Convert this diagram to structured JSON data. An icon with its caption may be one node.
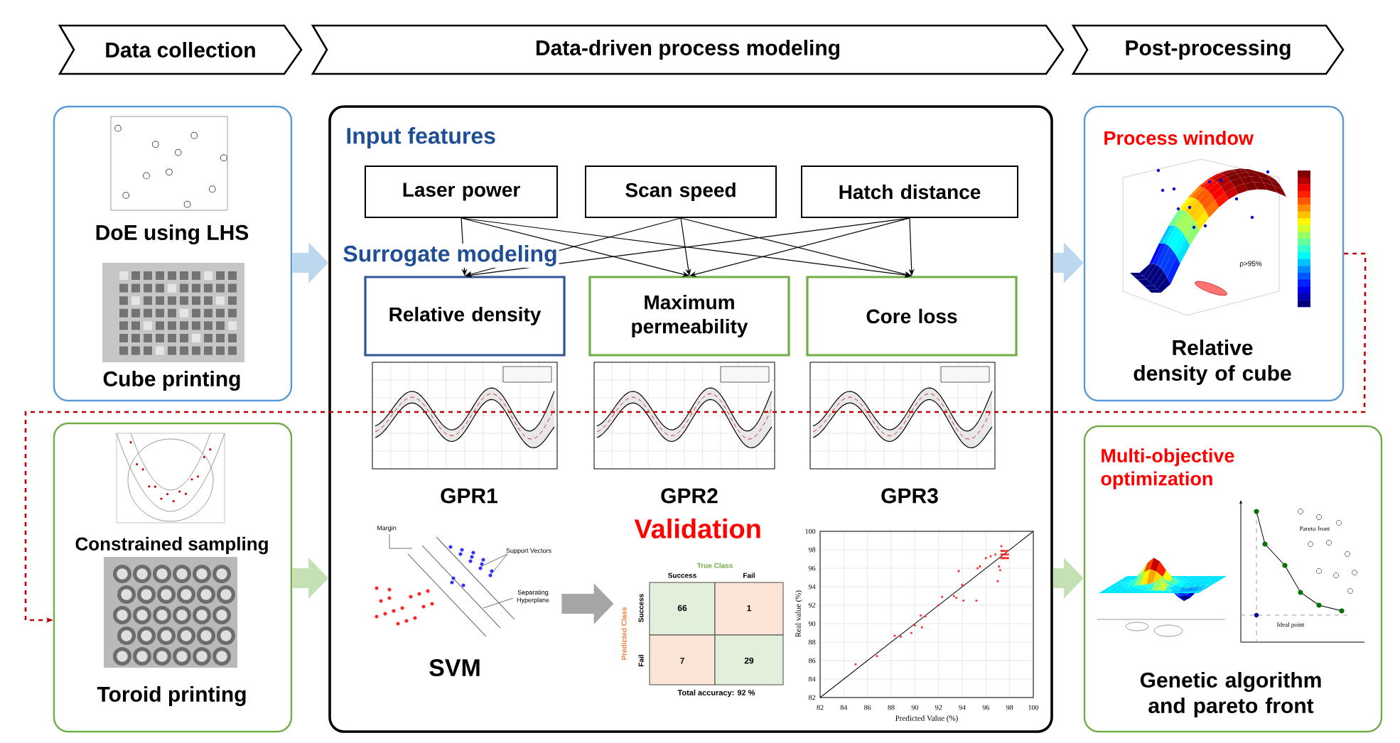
{
  "diagram": {
    "nodes": [
      {
        "text": [
          "Data collection"
        ]
      },
      {
        "text": [
          "Data-driven process modeling"
        ]
      },
      {
        "text": [
          "Post-processing"
        ]
      },
      {
        "text": [
          "DoE using LHS",
          "Cube printing"
        ]
      },
      {
        "text": [
          "Constrained sampling",
          "Toroid printing"
        ]
      },
      {
        "text": [
          "Input features",
          "Surrogate modeling",
          "Validation"
        ]
      },
      {
        "text": [
          "Laser power"
        ],
        "in": 5
      },
      {
        "text": [
          "Scan speed"
        ],
        "in": 5
      },
      {
        "text": [
          "Hatch distance"
        ],
        "in": 5
      },
      {
        "text": [
          "Relative density"
        ],
        "in": 5
      },
      {
        "text": [
          "Maximum permeability"
        ],
        "in": 5
      },
      {
        "text": [
          "Core loss"
        ],
        "in": 5
      },
      {
        "text": [
          "Process window",
          "Relative density of cube"
        ]
      },
      {
        "text": [
          "Multi-objective optimization",
          "Genetic algorithm and pareto front"
        ]
      },
      {
        "text": [],
        "shape": "picture",
        "beside": [
          "SVM"
        ],
        "in": 5
      },
      {
        "text": [],
        "shape": "picture",
        "in": 5
      }
    ],
    "edges": [
      {
        "from": 6,
        "to": 9,
        "arrow": "to"
      },
      {
        "from": 6,
        "to": 10,
        "arrow": "to"
      },
      {
        "from": 6,
        "to": 11,
        "arrow": "to"
      },
      {
        "from": 7,
        "to": 9,
        "arrow": "to"
      },
      {
        "from": 7,
        "to": 10,
        "arrow": "to"
      },
      {
        "from": 7,
        "to": 11,
        "arrow": "to"
      },
      {
        "from": 8,
        "to": 9,
        "arrow": "to"
      },
      {
        "from": 8,
        "to": 10,
        "arrow": "to"
      },
      {
        "from": 8,
        "to": 11,
        "arrow": "to"
      },
      {
        "from": 3,
        "to": 5,
        "arrow": "to",
        "style": "thick",
        "color": "#bdd7ee"
      },
      {
        "from": 4,
        "to": 5,
        "arrow": "to",
        "style": "thick",
        "color": "#c5e0b4"
      },
      {
        "from": 5,
        "to": 12,
        "arrow": "to",
        "style": "thick",
        "color": "#bdd7ee"
      },
      {
        "from": 5,
        "to": 13,
        "arrow": "to",
        "style": "thick",
        "color": "#c5e0b4"
      },
      {
        "from": 14,
        "to": 15,
        "arrow": "to",
        "style": "thick",
        "color": "#a6a6a6"
      },
      {
        "from": 12,
        "to": 4,
        "arrow": "to",
        "style": "dashed",
        "color": "#c00000"
      }
    ],
    "labels": [
      "GPR1",
      "GPR2",
      "GPR3",
      "Margin",
      "Support Vectors",
      "Separating Hyperplane",
      "True Class",
      "Success",
      "Fail",
      "Predicted Class",
      "Success",
      "Fail",
      "66",
      "1",
      "7",
      "29",
      "Total accuracy: 92 %",
      "Real value (%)",
      "100",
      "98",
      "96",
      "94",
      "92",
      "90",
      "88",
      "86",
      "84",
      "82",
      "Predicted Value (%)",
      "82",
      "84",
      "86",
      "88",
      "90",
      "92",
      "94",
      "96",
      "98",
      "100",
      "ρ>95%",
      "Pareto front",
      "Ideal point"
    ]
  }
}
